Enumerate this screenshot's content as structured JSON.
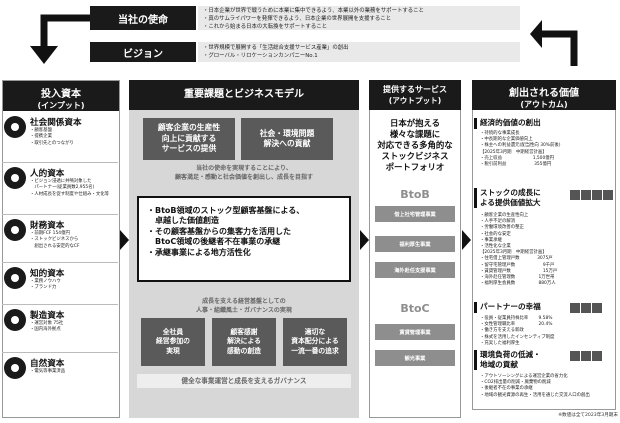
{
  "mission": {
    "title": "当社の使命",
    "lines": [
      "・日本企業が世界で戦うために本業に集中できるよう、本業以外の業務をサポートすること",
      "・真のサムライパワーを発揮できるよう、日本企業の世界展開を支援すること",
      "・これから始まる日本の大転換をサポートすること"
    ]
  },
  "vision": {
    "title": "ビジョン",
    "lines": [
      "・世界規模で展開する「生活総合支援サービス産業」の創出",
      "・グローバル・リロケーションカンパニーNo.1"
    ]
  },
  "inputs": {
    "title": "投入資本",
    "subtitle": "(インプット)",
    "items": [
      {
        "icon": "handshake-icon",
        "title": "社会関係資本",
        "lines": [
          "・顧客基盤",
          "・提携企業",
          "・取引先とのつながり"
        ]
      },
      {
        "icon": "person-icon",
        "title": "人的資本",
        "lines": [
          "・ビジョン浸透に共鳴対象した",
          "　パートナー(従業員数2,955名)",
          "・人材成長を促す制度や仕組み・文化等"
        ]
      },
      {
        "icon": "coins-icon",
        "title": "財務資本",
        "lines": [
          "・前期FCF 154億円",
          "・ストックビジネスから",
          "　創出される安定的なCF"
        ]
      },
      {
        "icon": "bulb-icon",
        "title": "知的資本",
        "lines": [
          "・業務ノウハウ",
          "・ブランド力"
        ]
      },
      {
        "icon": "gear-icon",
        "title": "製造資本",
        "lines": [
          "・運営対象 75社",
          "・国内海外拠点"
        ]
      },
      {
        "icon": "leaf-icon",
        "title": "自然資本",
        "lines": [
          "・電気等事業済品"
        ]
      }
    ]
  },
  "middle": {
    "title": "重要課題とビジネスモデル",
    "box_left": "顧客企業の生産性\n向上に貢献する\nサービスの提供",
    "box_right": "社会・環境問題\n解決への貢献",
    "text1": "当社の使命を実現することにより、\n顧客満足・感動と社会価値を創出し、成長を目指す",
    "btob_lines": [
      "・BtoB領域のストック型顧客基盤による、",
      "　卓越した価値創造",
      "・その顧客基盤からの集客力を活用した",
      "　BtoC領域の後継者不在事業の承継",
      "・承継事業による地方活性化"
    ],
    "text2": "成長を支える経営基盤としての\n人事・組織風土・ガバナンスの実現",
    "bottom_boxes": [
      "全社員\n経営参加の\n実現",
      "顧客感謝\n解決による\n感動の創造",
      "適切な\n資本配分による\n一流一番の追求"
    ],
    "footer": "健全な事業運営と成長を支えるガバナンス"
  },
  "services": {
    "title": "提供するサービス",
    "subtitle": "(アウトプット)",
    "headline": "日本が抱える\n様々な課題に\n対応できる多角的な\nストックビジネス\nポートフォリオ",
    "btob_label": "BtoB",
    "btob_items": [
      "借上社宅管理事業",
      "福利厚生事業",
      "海外赴任支援事業"
    ],
    "btoc_label": "BtoC",
    "btoc_items": [
      "賃貸管理事業",
      "観光事業"
    ]
  },
  "values": {
    "title": "創出される価値",
    "subtitle": "(アウトカム)",
    "sections": [
      {
        "head": "経済的価値の創出",
        "lines": [
          "・持続的な事業成長",
          "・中長期的な企業価値向上",
          "・株主への利益還元(配当性向 30%前後)",
          "【2025年3月期　中期経営計画】",
          "・売上収益　　　　　　　1,500億円",
          "・税引前利益　　　　　　 355億円"
        ]
      },
      {
        "head": "ストックの成長に\nよる提供価値拡大",
        "lines": [
          "・顧客企業の生産性向上",
          "・人手不足の解消",
          "・労働環境改善の整正",
          "・社会的な安定",
          "・事業承継",
          "・活性化な企業",
          "【2025年3月期　中期経営計画】",
          "・住宅借上管理戸数　　　　3075戸",
          "・留守宅管理戸数　　　　　　 9千戸",
          "・賃貸管理戸数　　　　　　　 15万戸",
          "・海外赴任管理数　　　　　 1万世帯",
          "・福利厚生会員数　　　　　 880万人"
        ]
      },
      {
        "head": "パートナーの幸福",
        "lines": [
          "・役員・従業員持株比率　　 9.58%",
          "・女性管理職比率　　　　　 20.4%",
          "・働き方を支える新政",
          "・株式を活用したインセンティブ制度",
          "・充実した福利厚生"
        ]
      },
      {
        "head": "環境負荷の低減・\n地域の貢献",
        "lines": [
          "・アウトソーシングによる運営企業の省力化",
          "・CO2排出量の削減・廃棄物の削減",
          "・後継者不在の事業の承継",
          "・地域の観光資源の再生・活用を通じた交流人口の創出"
        ]
      }
    ],
    "footnote": "※数値は全て2023年3月期末"
  }
}
